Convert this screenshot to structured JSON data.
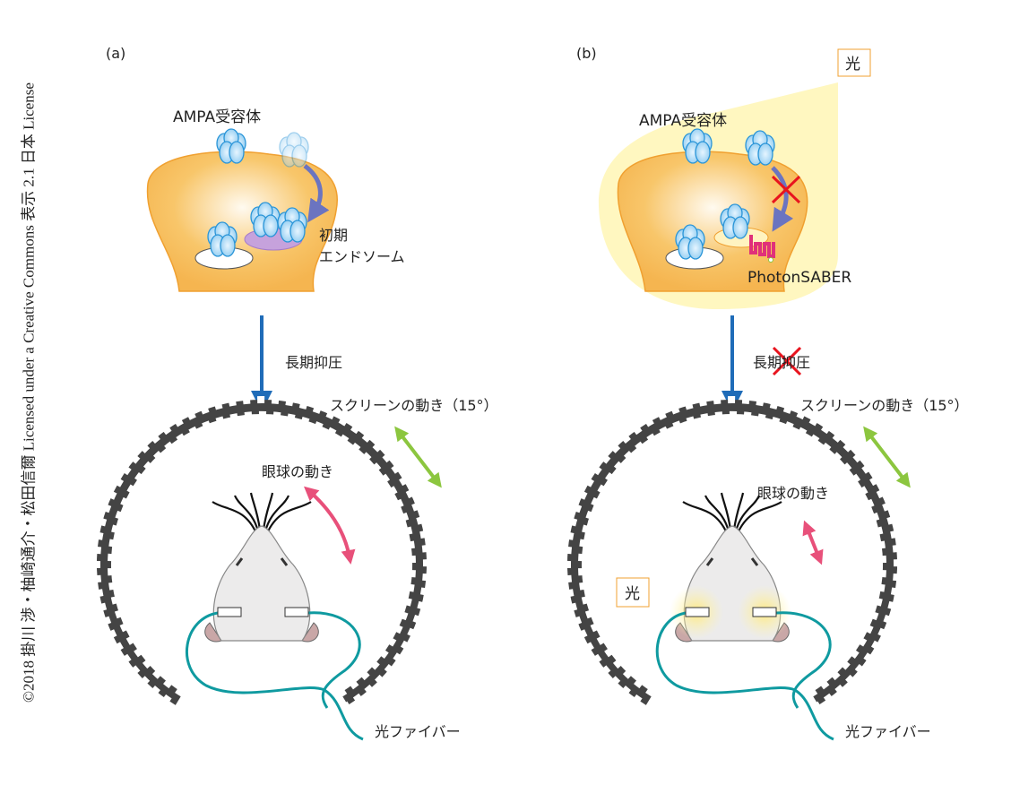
{
  "copyright": "©2018 掛川 渉・柚崎通介・松田信爾 Licensed under a Creative Commons 表示 2.1 日本 License",
  "panel_a": {
    "label": "(a)",
    "receptor": "AMPA受容体",
    "endosome_1": "初期",
    "endosome_2": "エンドソーム",
    "ltd": "長期抑圧",
    "screen": "スクリーンの動き（15°）",
    "eye": "眼球の動き",
    "fiber": "光ファイバー"
  },
  "panel_b": {
    "label": "(b)",
    "light": "光",
    "receptor": "AMPA受容体",
    "photon": "PhotonSABER",
    "ltd": "長期抑圧",
    "screen": "スクリーンの動き（15°）",
    "eye": "眼球の動き",
    "light2": "光",
    "fiber": "光ファイバー"
  },
  "colors": {
    "spine": "#f7c060",
    "receptor": "#9fd4f2",
    "arrow": "#1f6cb8",
    "fiber": "#0f9aa0",
    "green": "#8cc63f",
    "pink": "#e8507a",
    "light": "#fff7c0",
    "cross": "#e8141e"
  }
}
